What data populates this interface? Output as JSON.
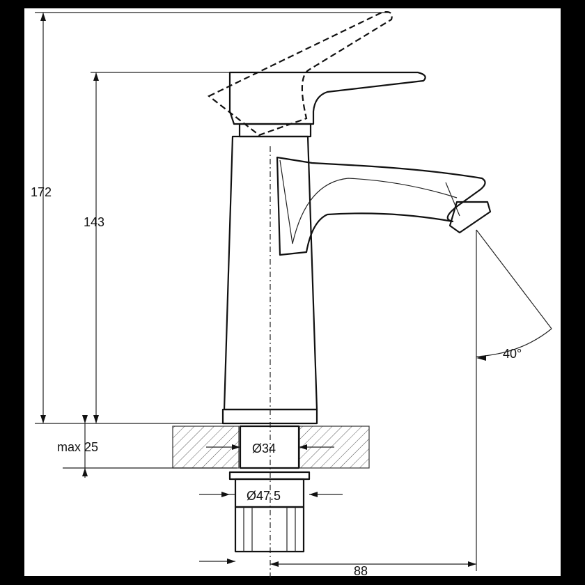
{
  "drawing": {
    "dimensions": {
      "total_height": "172",
      "body_height": "143",
      "max_thickness": "max 25",
      "inner_diameter": "Ø34",
      "base_diameter": "Ø47.5",
      "spout_reach": "88",
      "handle_angle": "40°"
    }
  }
}
